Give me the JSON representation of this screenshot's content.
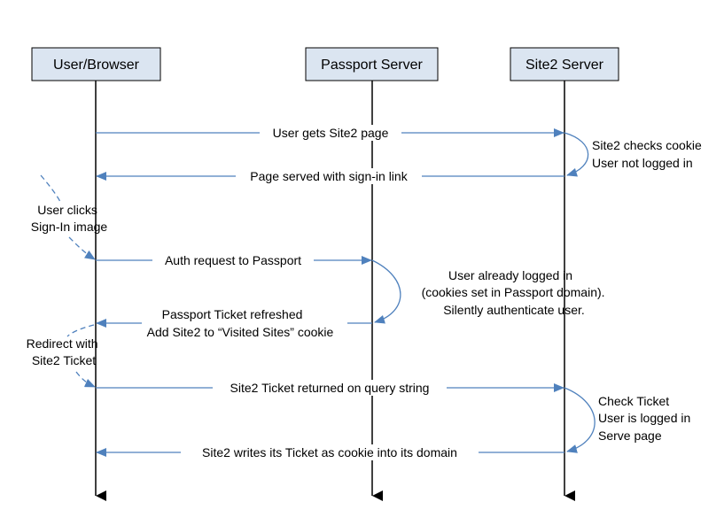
{
  "actors": [
    {
      "id": "user",
      "label": "User/Browser"
    },
    {
      "id": "passport",
      "label": "Passport Server"
    },
    {
      "id": "site2",
      "label": "Site2 Server"
    }
  ],
  "messages": [
    {
      "id": "m1",
      "label": "User gets Site2 page"
    },
    {
      "id": "m2",
      "label": "Page served with sign-in link"
    },
    {
      "id": "m3",
      "label": "Auth request to Passport"
    },
    {
      "id": "m4",
      "lines": [
        "Passport Ticket refreshed",
        "Add Site2 to “Visited Sites” cookie"
      ]
    },
    {
      "id": "m5",
      "label": "Site2 Ticket returned on query string"
    },
    {
      "id": "m6",
      "label": "Site2 writes its Ticket as cookie into its domain"
    }
  ],
  "notes": [
    {
      "id": "n1",
      "lines": [
        "Site2 checks cookie",
        "User not logged in"
      ]
    },
    {
      "id": "n2",
      "lines": [
        "User clicks",
        "Sign-In image"
      ]
    },
    {
      "id": "n3",
      "lines": [
        "User already logged in",
        "(cookies set in Passport domain).",
        "Silently authenticate user."
      ]
    },
    {
      "id": "n4",
      "lines": [
        "Redirect with",
        "Site2 Ticket"
      ]
    },
    {
      "id": "n5",
      "lines": [
        "Check Ticket",
        "User is logged in",
        "Serve page"
      ]
    }
  ],
  "colors": {
    "arrow": "#4f81bd",
    "actor_fill": "#dbe5f1"
  }
}
